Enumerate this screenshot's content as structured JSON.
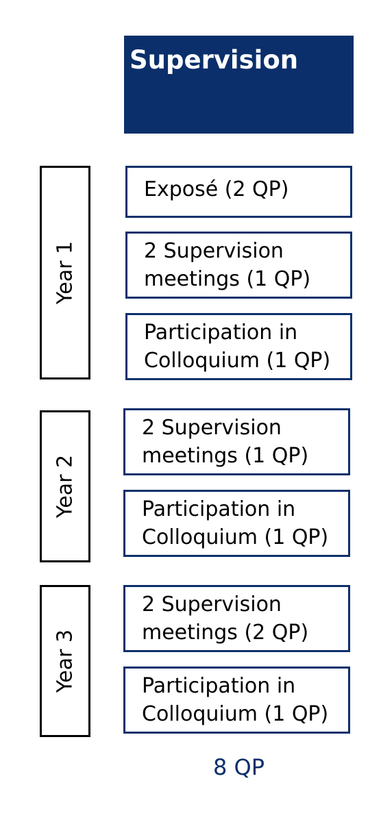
{
  "header": {
    "title": "Supervision"
  },
  "years": [
    {
      "label": "Year 1"
    },
    {
      "label": "Year 2"
    },
    {
      "label": "Year 3"
    }
  ],
  "items": {
    "year1": [
      "Exposé (2 QP)",
      "2 Supervision\nmeetings (1 QP)",
      "Participation in\nColloquium (1 QP)"
    ],
    "year2": [
      "2 Supervision\nmeetings (1 QP)",
      "Participation in\nColloquium (1 QP)"
    ],
    "year3": [
      "2 Supervision\nmeetings (2 QP)",
      "Participation in\nColloquium (1 QP)"
    ]
  },
  "total": "8 QP",
  "colors": {
    "accent": "#0b2f6b",
    "year_border": "#000000"
  }
}
